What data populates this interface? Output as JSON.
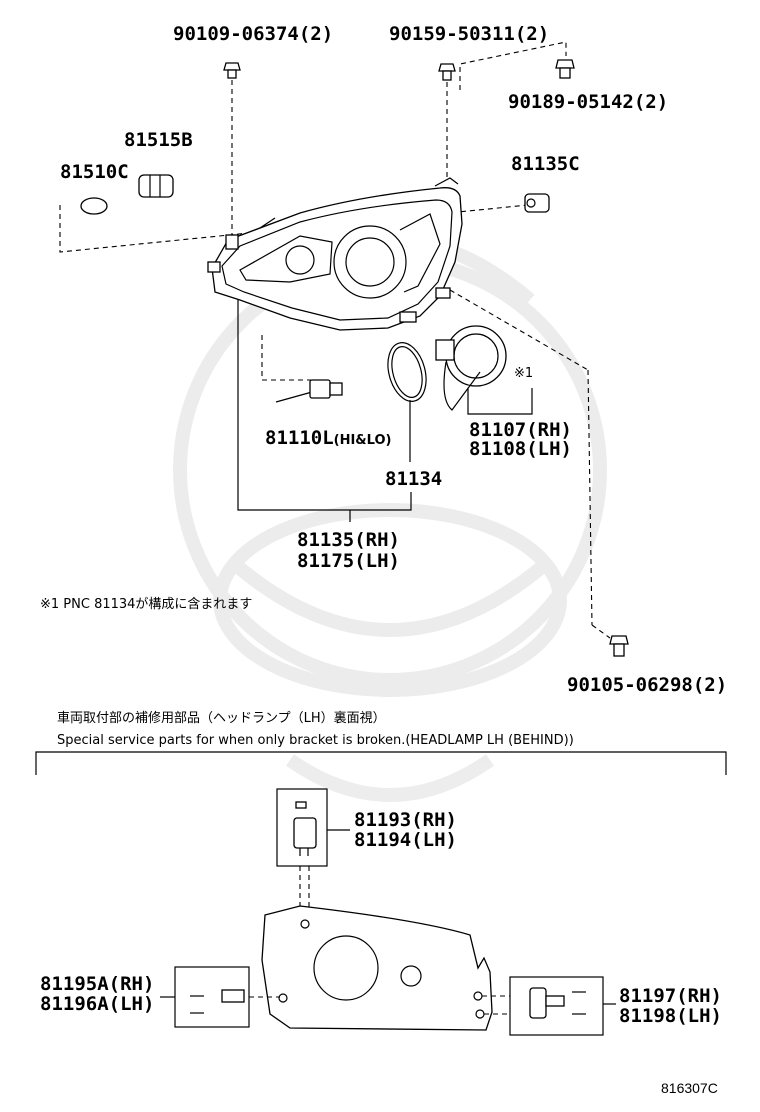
{
  "diagram": {
    "labels": {
      "bolt_top_left": "90109-06374(2)",
      "screw_top_mid": "90159-50311(2)",
      "clip_top_right": "90189-05142(2)",
      "socket": "81515B",
      "bulb_small": "81510C",
      "socket_right": "81135C",
      "bulb_hi_lo": "81110L",
      "bulb_hi_lo_suffix": "(HI&LO)",
      "ring": "81134",
      "cover_rh": "81107(RH)",
      "cover_lh": "81108(LH)",
      "note_mark": "※1",
      "headlamp_rh": "81135(RH)",
      "headlamp_lh": "81175(LH)",
      "bolt_right": "90105-06298(2)",
      "bracket_top_rh": "81193(RH)",
      "bracket_top_lh": "81194(LH)",
      "bracket_left_rh": "81195A(RH)",
      "bracket_left_lh": "81196A(LH)",
      "bracket_right_rh": "81197(RH)",
      "bracket_right_lh": "81198(LH)"
    },
    "note": "※1  PNC 81134が構成に含まれます",
    "service_caption_jp": "車両取付部の補修用部品（ヘッドランプ（LH）裏面視）",
    "service_caption_en": "Special service parts for when only bracket is broken.(HEADLAMP LH (BEHIND))",
    "drawing_code": "816307C"
  }
}
